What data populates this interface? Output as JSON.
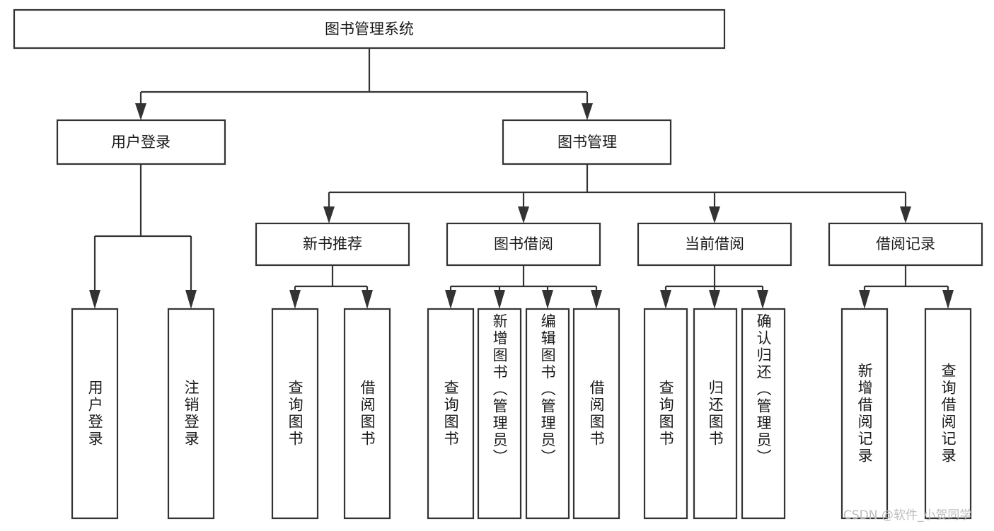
{
  "diagram": {
    "type": "tree-hierarchy",
    "title": "图书管理系统",
    "watermark": "CSDN @软件_小贺同学",
    "colors": {
      "stroke": "#333333",
      "fill": "#ffffff",
      "text": "#1a1a1a",
      "watermark": "#bdbdbd"
    },
    "root": {
      "label": "图书管理系统"
    },
    "level2": [
      {
        "label": "用户登录"
      },
      {
        "label": "图书管理"
      }
    ],
    "level3": [
      {
        "label": "新书推荐"
      },
      {
        "label": "图书借阅"
      },
      {
        "label": "当前借阅"
      },
      {
        "label": "借阅记录"
      }
    ],
    "leaves": {
      "user_login": [
        {
          "label": "用户登录"
        },
        {
          "label": "注销登录"
        }
      ],
      "new_book_recommend": [
        {
          "label": "查询图书"
        },
        {
          "label": "借阅图书"
        }
      ],
      "book_borrow": [
        {
          "label": "查询图书"
        },
        {
          "label": "新增图书（管理员）"
        },
        {
          "label": "编辑图书（管理员）"
        },
        {
          "label": "借阅图书"
        }
      ],
      "current_borrow": [
        {
          "label": "查询图书"
        },
        {
          "label": "归还图书"
        },
        {
          "label": "确认归还（管理员）"
        }
      ],
      "borrow_record": [
        {
          "label": "新增借阅记录"
        },
        {
          "label": "查询借阅记录"
        }
      ]
    }
  }
}
